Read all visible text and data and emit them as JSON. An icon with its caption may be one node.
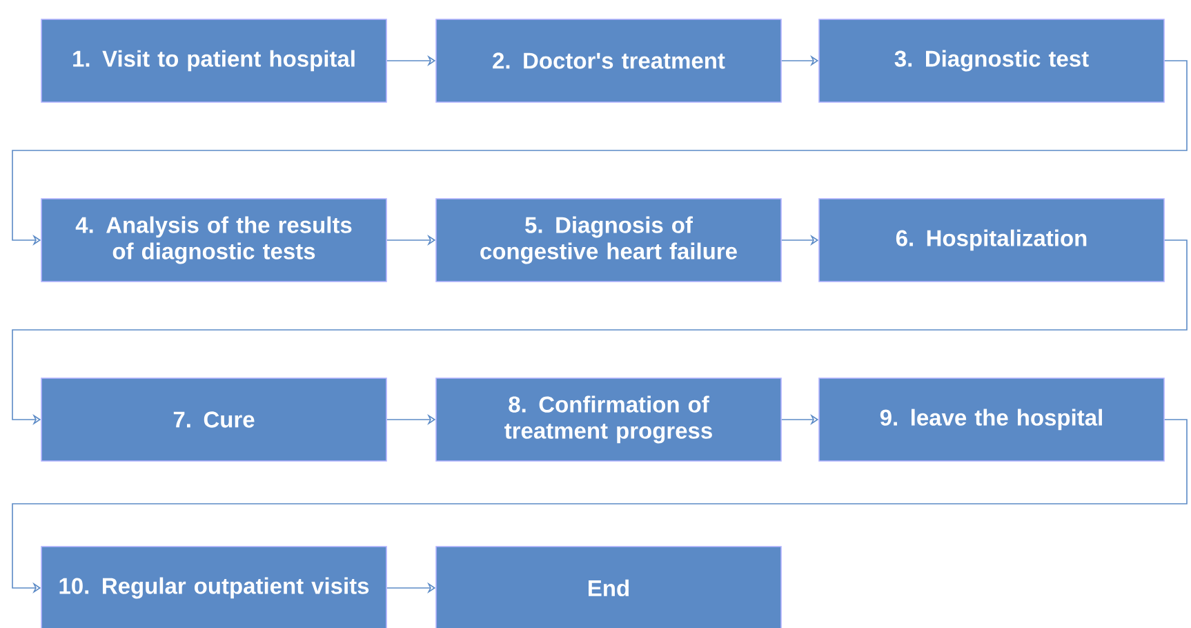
{
  "diagram": {
    "nodes": [
      {
        "text": [
          "1. Visit to patient hospital"
        ]
      },
      {
        "text": [
          "2. Doctor's treatment"
        ]
      },
      {
        "text": [
          "3. Diagnostic test"
        ]
      },
      {
        "text": [
          "4. Analysis of the results of diagnostic tests"
        ]
      },
      {
        "text": [
          "5. Diagnosis of congestive heart failure"
        ]
      },
      {
        "text": [
          "6. Hospitalization"
        ]
      },
      {
        "text": [
          "7. Cure"
        ]
      },
      {
        "text": [
          "8. Confirmation of treatment progress"
        ]
      },
      {
        "text": [
          "9. leave the hospital"
        ]
      },
      {
        "text": [
          "10. Regular outpatient visits"
        ]
      },
      {
        "text": [
          "End"
        ]
      }
    ],
    "edges": [
      {
        "from": 0,
        "to": 1,
        "arrow": "to"
      },
      {
        "from": 1,
        "to": 2,
        "arrow": "to"
      },
      {
        "from": 2,
        "to": 3,
        "arrow": "to"
      },
      {
        "from": 3,
        "to": 4,
        "arrow": "to"
      },
      {
        "from": 4,
        "to": 5,
        "arrow": "to"
      },
      {
        "from": 5,
        "to": 6,
        "arrow": "to"
      },
      {
        "from": 6,
        "to": 7,
        "arrow": "to"
      },
      {
        "from": 7,
        "to": 8,
        "arrow": "to"
      },
      {
        "from": 8,
        "to": 9,
        "arrow": "to"
      },
      {
        "from": 9,
        "to": 10,
        "arrow": "to"
      }
    ]
  }
}
